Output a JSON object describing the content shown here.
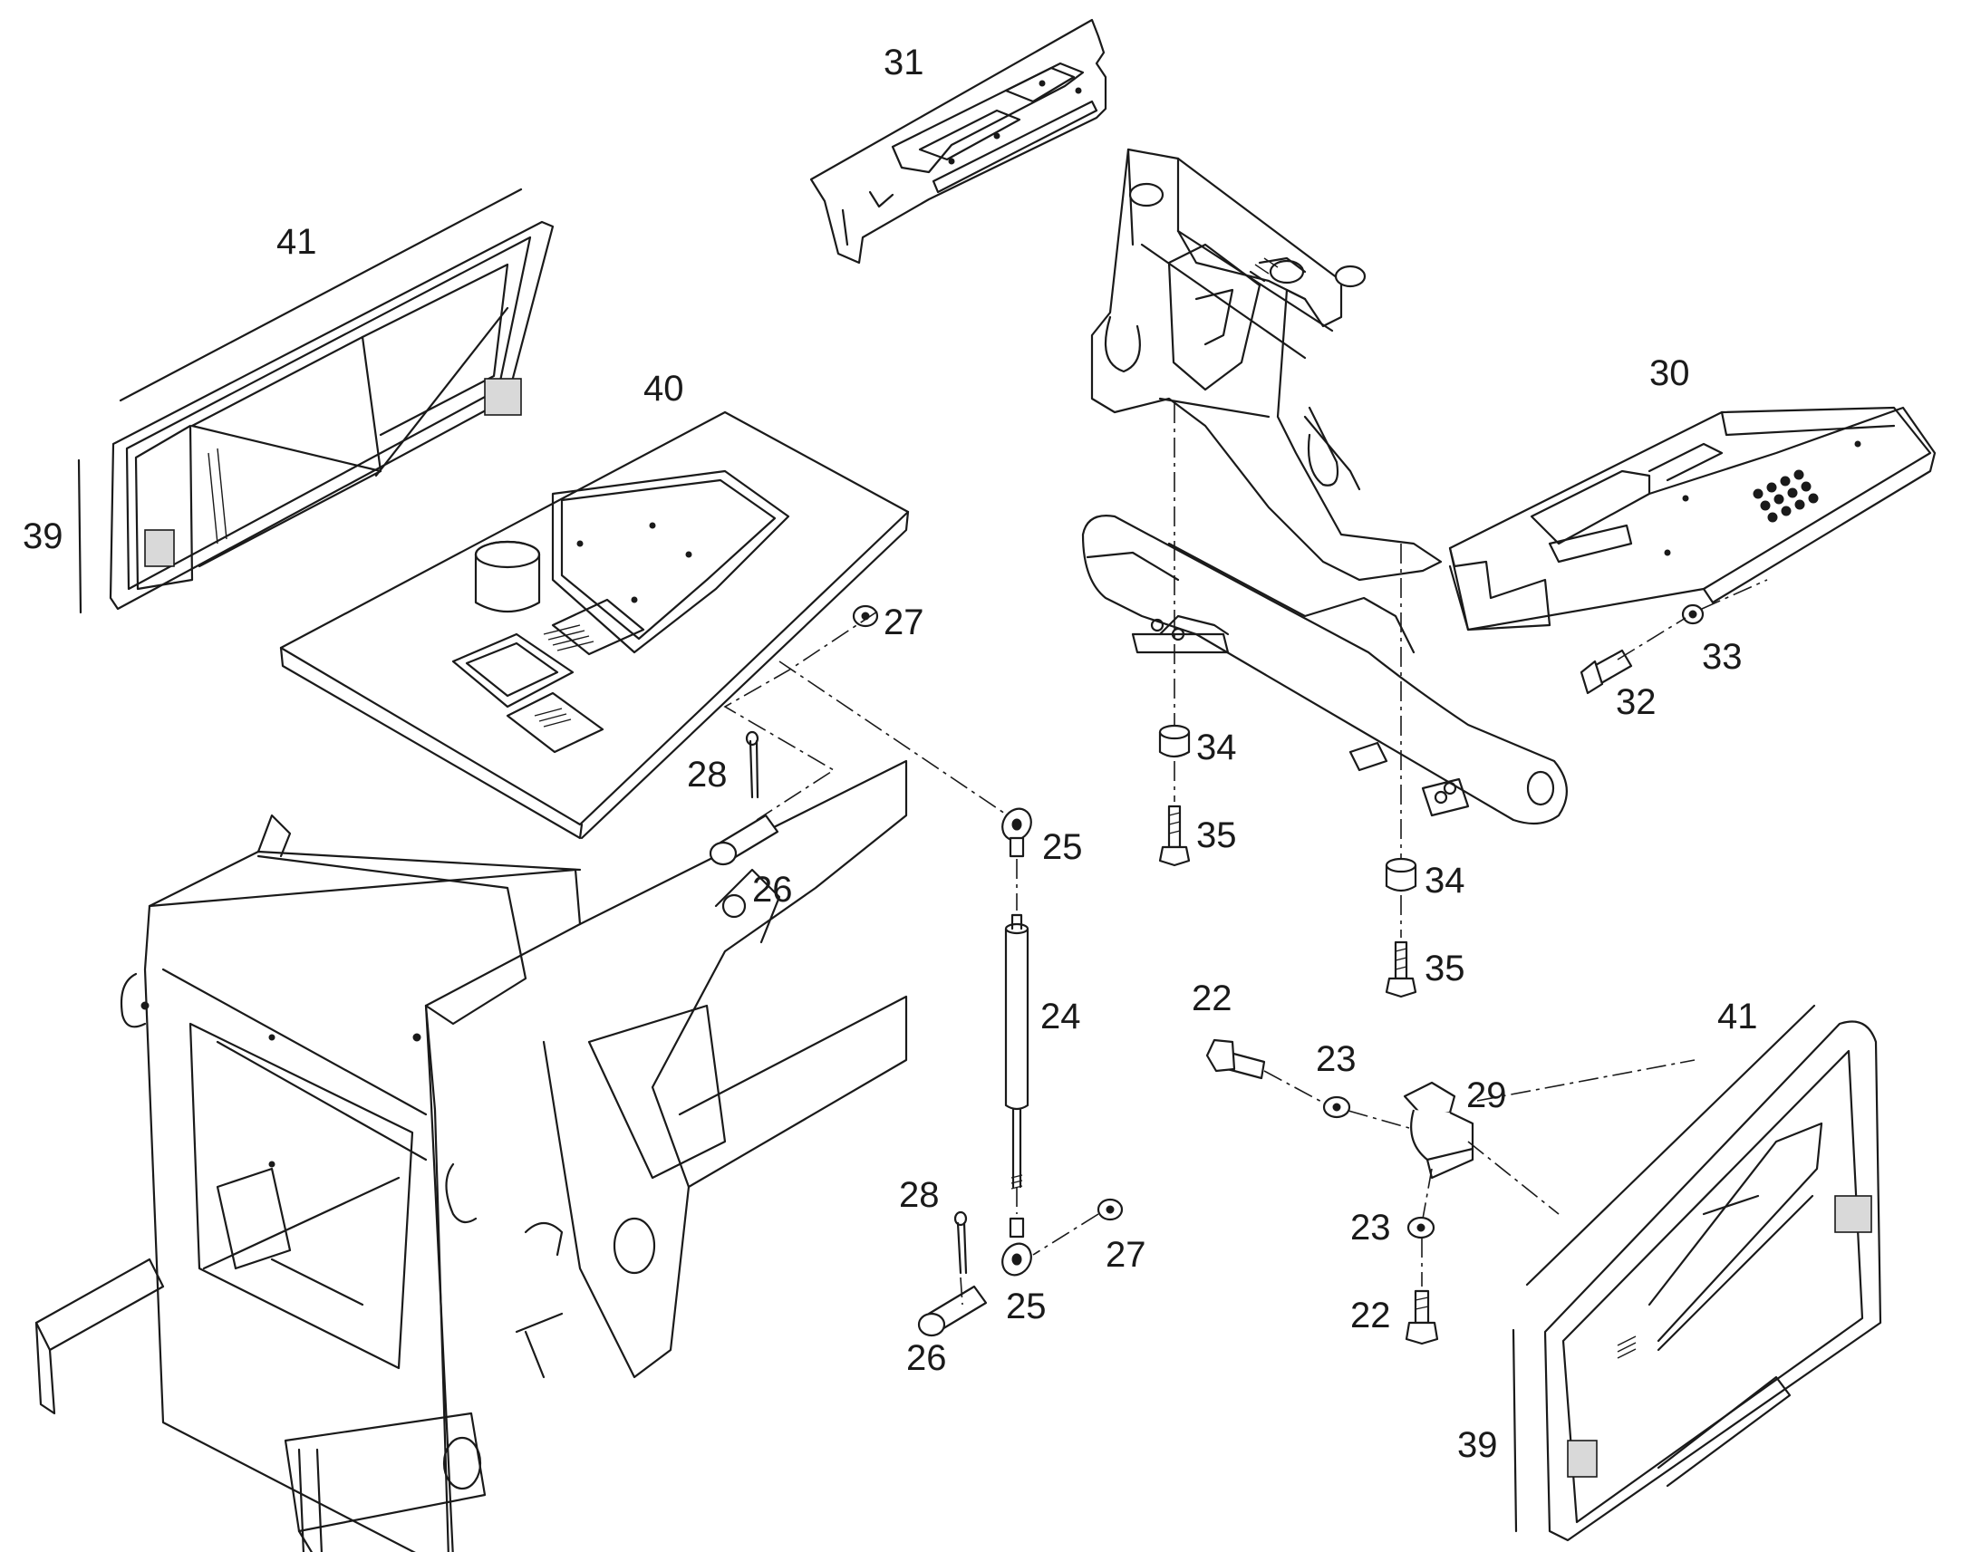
{
  "callouts": [
    {
      "id": "c31",
      "text": "31"
    },
    {
      "id": "c41a",
      "text": "41"
    },
    {
      "id": "c40",
      "text": "40"
    },
    {
      "id": "c39a",
      "text": "39"
    },
    {
      "id": "c27a",
      "text": "27"
    },
    {
      "id": "c28a",
      "text": "28"
    },
    {
      "id": "c26a",
      "text": "26"
    },
    {
      "id": "c25a",
      "text": "25"
    },
    {
      "id": "c24",
      "text": "24"
    },
    {
      "id": "c28b",
      "text": "28"
    },
    {
      "id": "c27b",
      "text": "27"
    },
    {
      "id": "c25b",
      "text": "25"
    },
    {
      "id": "c26b",
      "text": "26"
    },
    {
      "id": "c30",
      "text": "30"
    },
    {
      "id": "c33",
      "text": "33"
    },
    {
      "id": "c32",
      "text": "32"
    },
    {
      "id": "c34a",
      "text": "34"
    },
    {
      "id": "c35a",
      "text": "35"
    },
    {
      "id": "c34b",
      "text": "34"
    },
    {
      "id": "c35b",
      "text": "35"
    },
    {
      "id": "c22a",
      "text": "22"
    },
    {
      "id": "c23a",
      "text": "23"
    },
    {
      "id": "c29",
      "text": "29"
    },
    {
      "id": "c41b",
      "text": "41"
    },
    {
      "id": "c23b",
      "text": "23"
    },
    {
      "id": "c22b",
      "text": "22"
    },
    {
      "id": "c39b",
      "text": "39"
    }
  ]
}
